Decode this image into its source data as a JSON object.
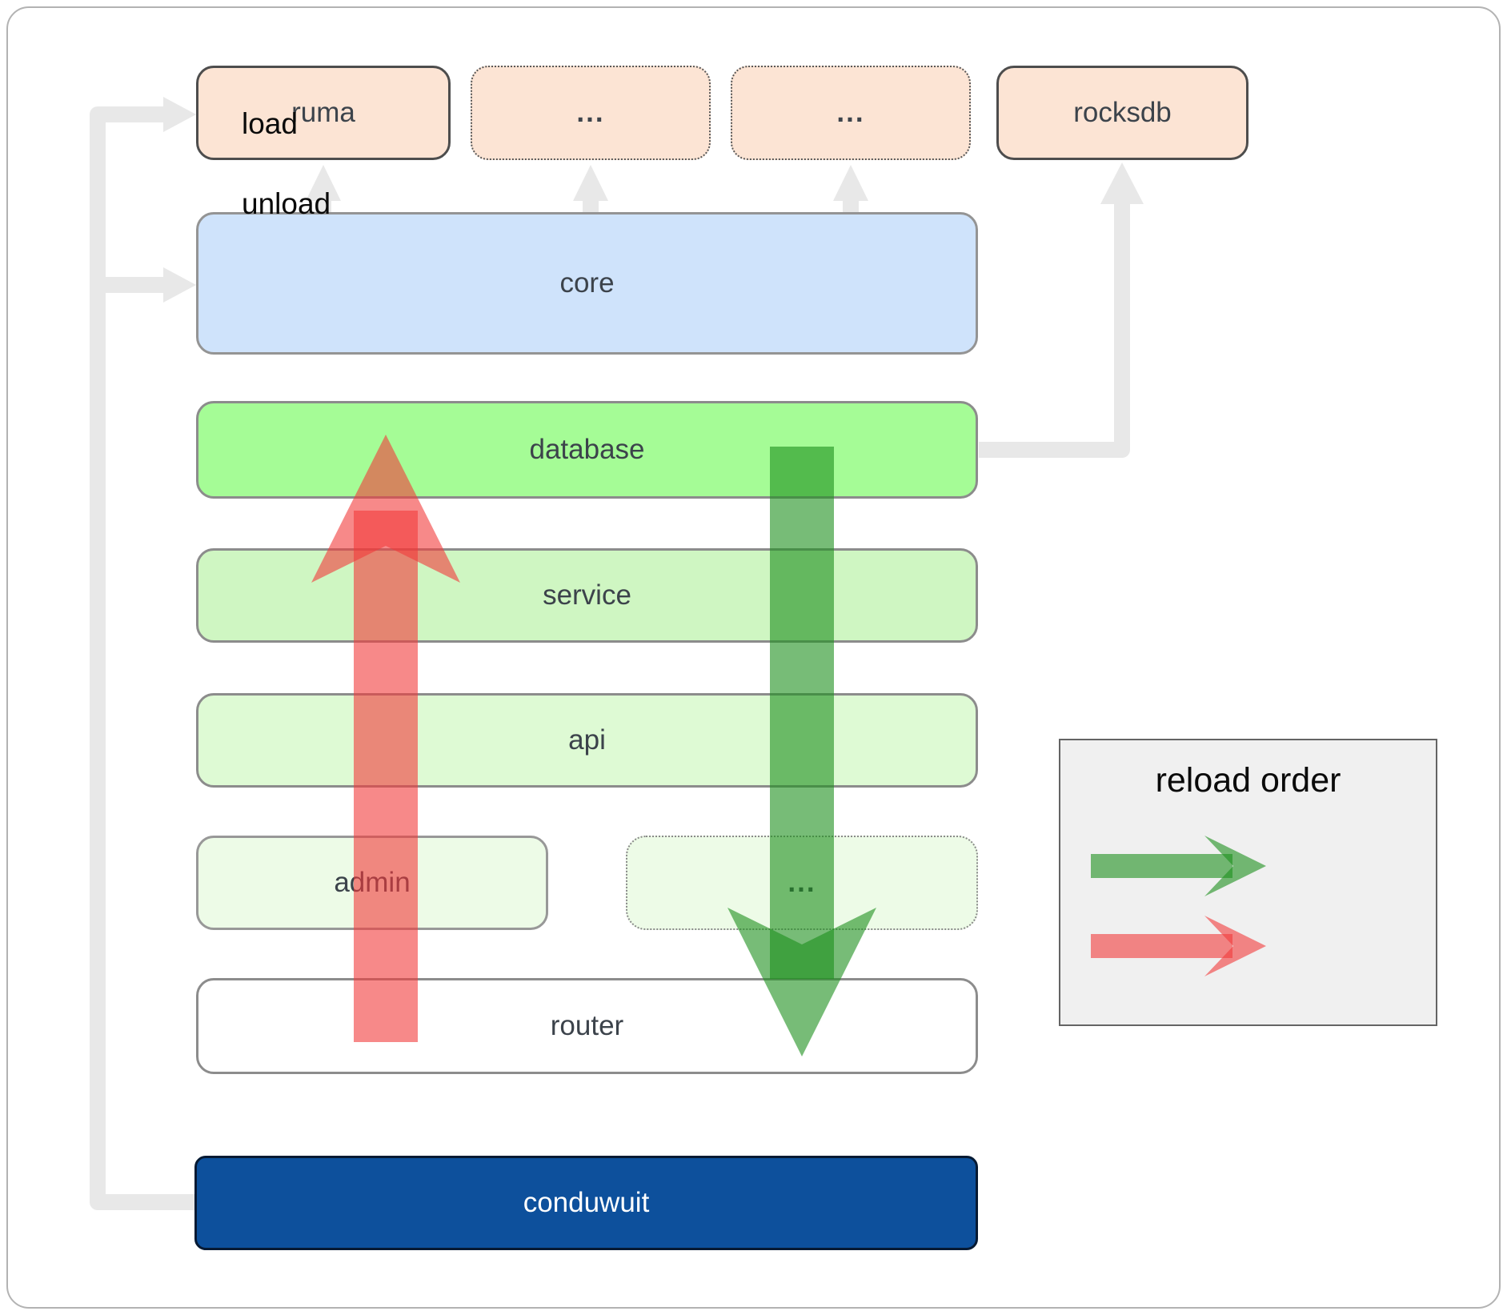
{
  "diagram": {
    "top_row": [
      {
        "label": "ruma",
        "border": "solid"
      },
      {
        "label": "...",
        "border": "dotted"
      },
      {
        "label": "...",
        "border": "dotted"
      },
      {
        "label": "rocksdb",
        "border": "solid"
      }
    ],
    "layers": [
      {
        "label": "core"
      },
      {
        "label": "database"
      },
      {
        "label": "service"
      },
      {
        "label": "api"
      }
    ],
    "module_row": [
      {
        "label": "admin",
        "border": "solid"
      },
      {
        "label": "...",
        "border": "dotted"
      }
    ],
    "router_label": "router",
    "app_label": "conduwuit"
  },
  "legend": {
    "title": "reload order",
    "items": [
      {
        "label": "load",
        "color": "#1d8f1d"
      },
      {
        "label": "unload",
        "color": "#f23b3b"
      }
    ]
  },
  "colors": {
    "peach": "#fce4d4",
    "core-blue": "#cfe3fb",
    "db-green": "#a5fc96",
    "service-green": "#cff6c2",
    "api-green": "#defad4",
    "module-green": "#edfbe7",
    "app-navy": "#0d509c",
    "connector-gray": "#e8e8e8",
    "load-green": "#1d8f1d",
    "unload-red": "#f23b3b",
    "legend-bg": "#f0f0f0",
    "text-dark": "#3c434b",
    "border-dark": "#4d4d4d",
    "border-gray": "#8c8c8c"
  }
}
